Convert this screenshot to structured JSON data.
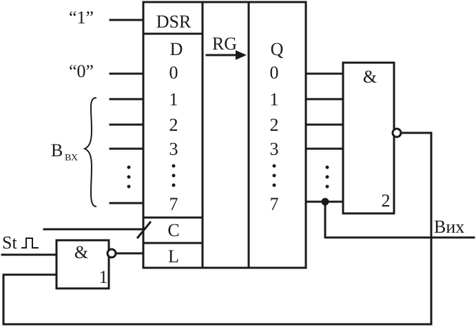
{
  "register": {
    "dsr_label": "DSR",
    "d_label": "D",
    "rg_label": "RG",
    "q_label": "Q",
    "c_label": "C",
    "l_label": "L",
    "inputs": [
      "0",
      "1",
      "2",
      "3",
      "7"
    ],
    "outputs": [
      "0",
      "1",
      "2",
      "3",
      "7"
    ]
  },
  "constants": {
    "one": "“1”",
    "zero": "“0”"
  },
  "bus": {
    "label": "B",
    "sub": "ВХ"
  },
  "gate_and_out": {
    "symbol": "&",
    "number": "2"
  },
  "gate_and_in": {
    "symbol": "&",
    "number": "1"
  },
  "signals": {
    "start": "St",
    "output": "Вих"
  }
}
